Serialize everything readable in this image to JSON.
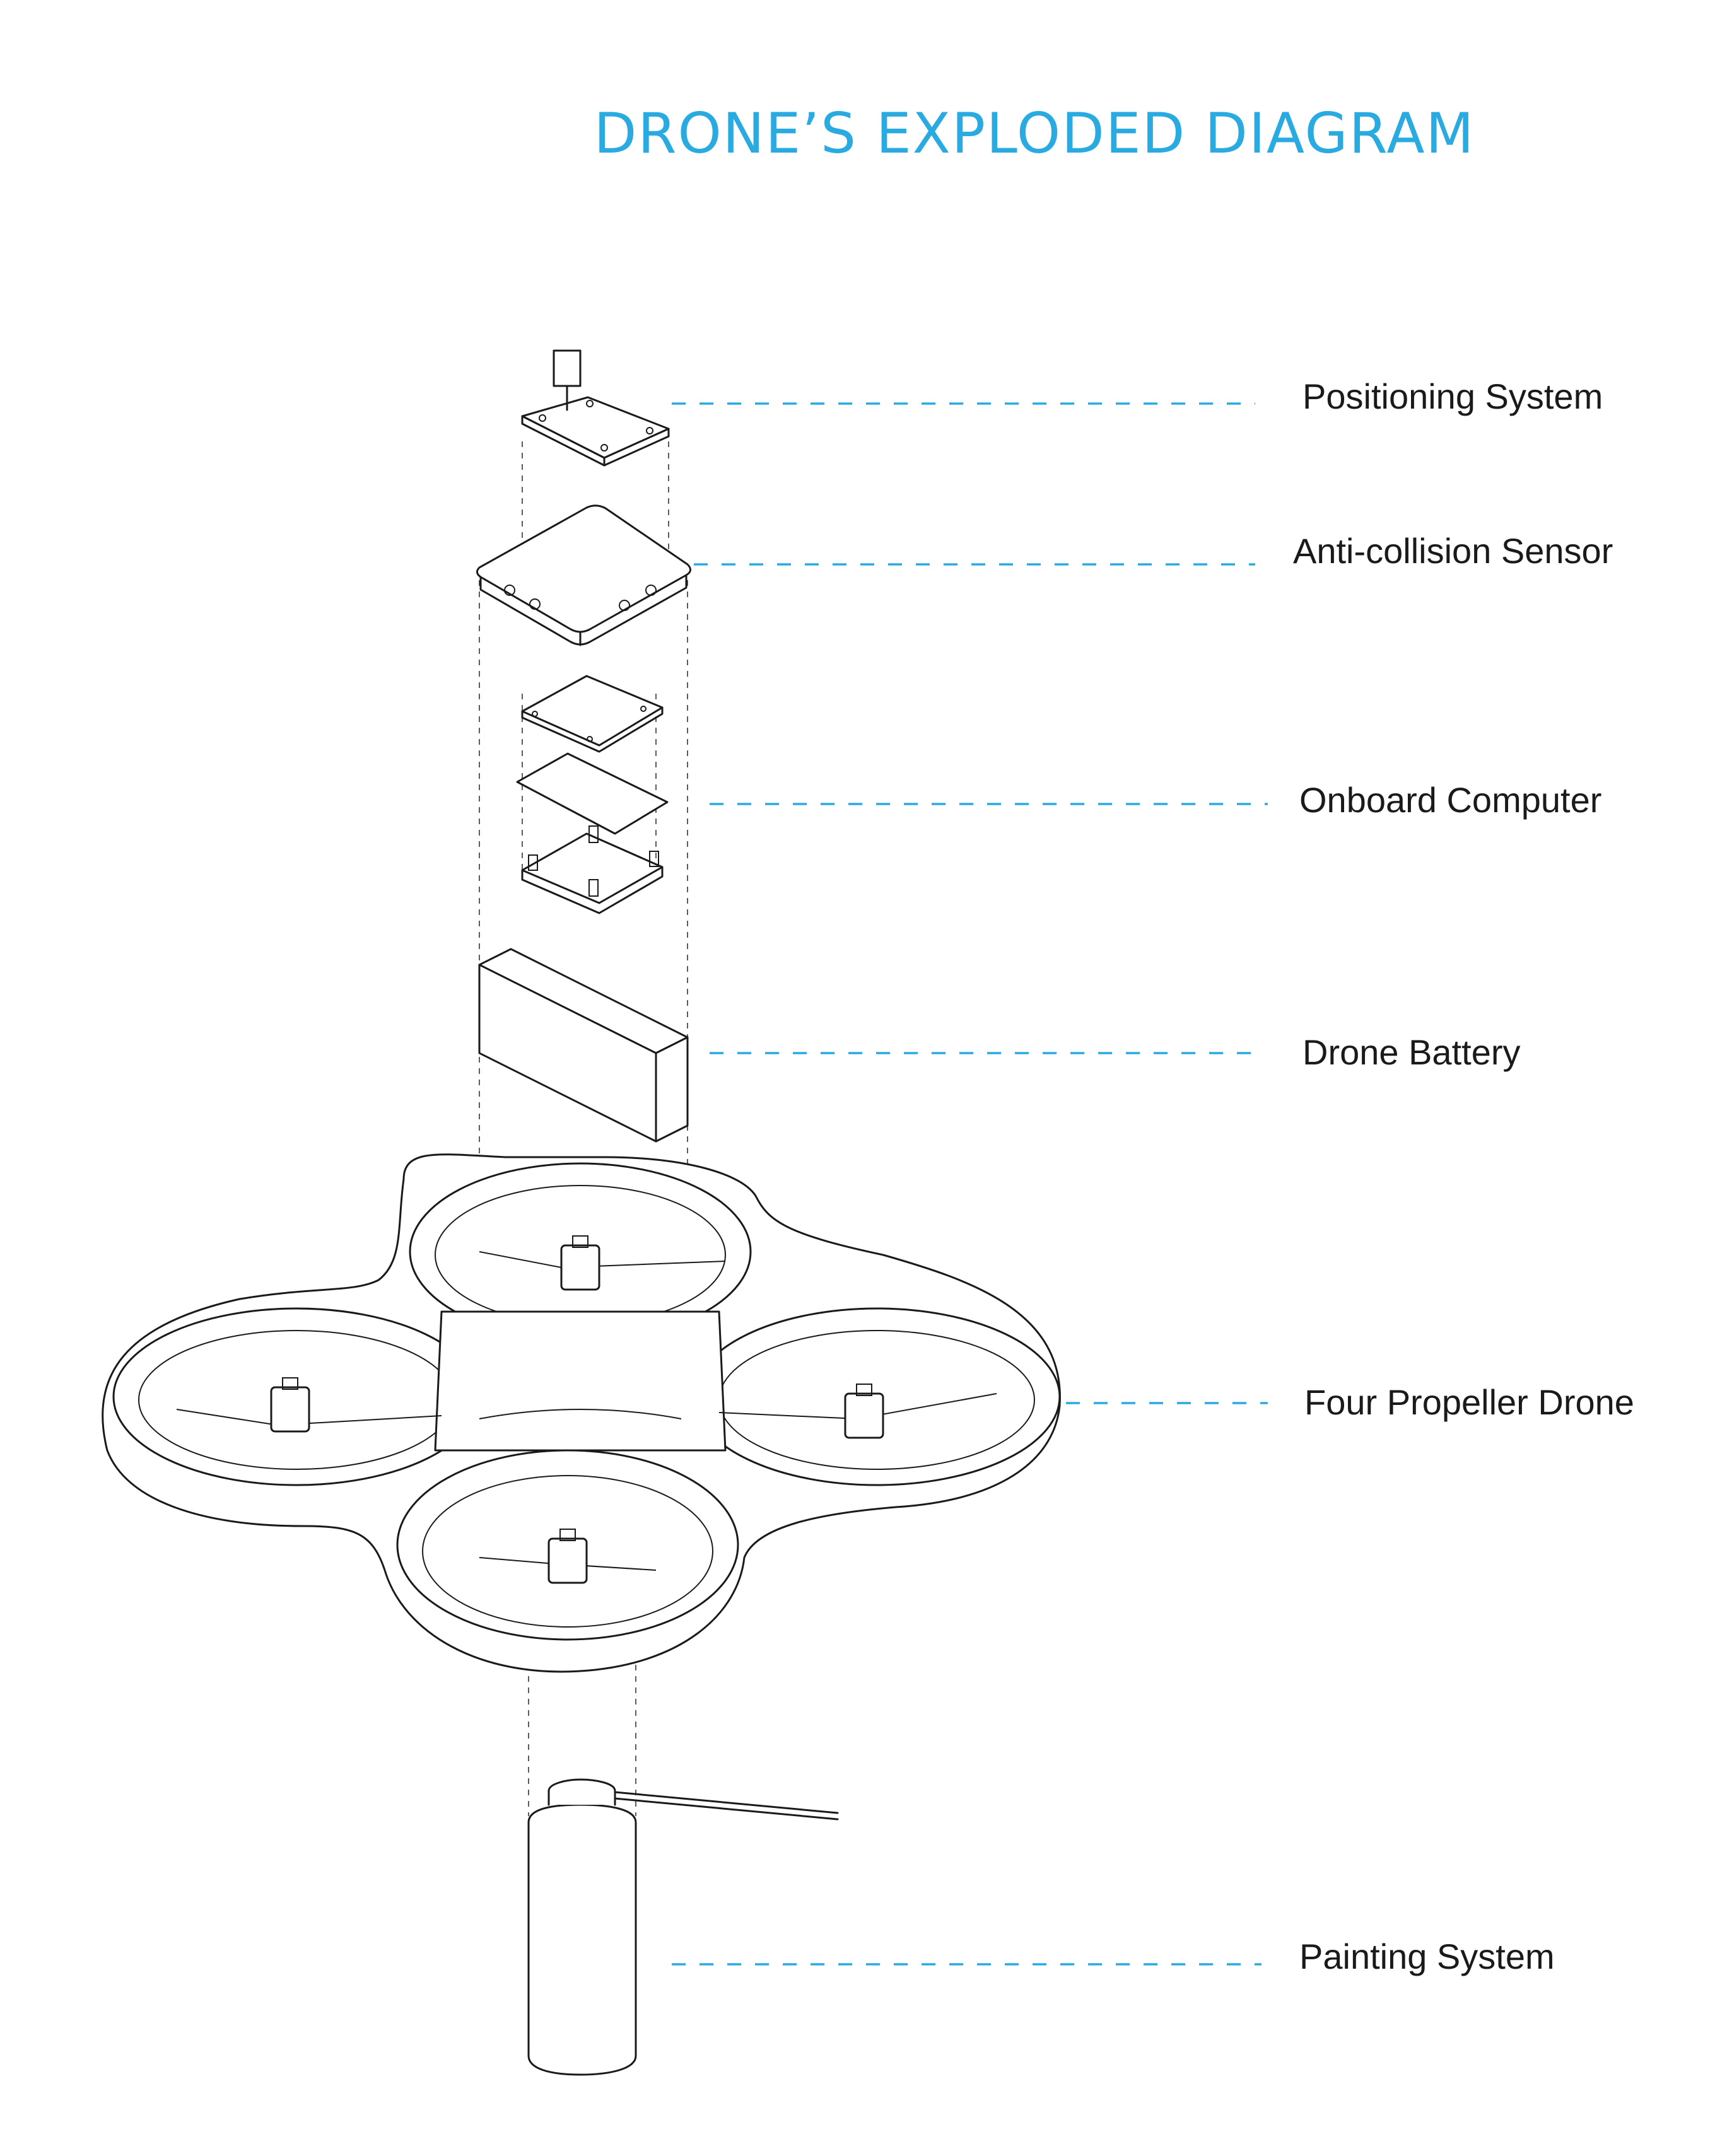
{
  "title": "DRONE’S EXPLODED DIAGRAM",
  "colors": {
    "accent": "#29abe2",
    "line": "#1a1a1a",
    "background": "#ffffff"
  },
  "components": [
    {
      "id": "positioning",
      "label": "Positioning System"
    },
    {
      "id": "sensor",
      "label": "Anti-collision Sensor"
    },
    {
      "id": "computer",
      "label": "Onboard Computer"
    },
    {
      "id": "battery",
      "label": "Drone Battery"
    },
    {
      "id": "drone",
      "label": "Four Propeller Drone"
    },
    {
      "id": "painting",
      "label": "Painting System"
    }
  ]
}
